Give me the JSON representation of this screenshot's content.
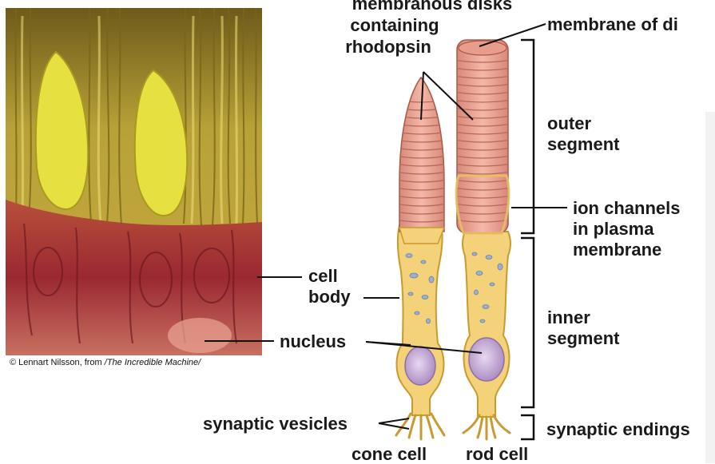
{
  "labels": {
    "membranous_disks": [
      "membranous disks",
      "containing",
      "rhodopsin"
    ],
    "membrane_of_disk": "membrane of di",
    "outer_segment": [
      "outer",
      "segment"
    ],
    "ion_channels": [
      "ion channels",
      "in plasma",
      "membrane"
    ],
    "cell_body": [
      "cell",
      "body"
    ],
    "inner_segment": [
      "inner",
      "segment"
    ],
    "nucleus": "nucleus",
    "synaptic_vesicles": "synaptic vesicles",
    "synaptic_endings": "synaptic endings",
    "cone_cell": "cone cell",
    "rod_cell": "rod cell"
  },
  "credit": {
    "prefix": "© Lennart Nilsson, from ",
    "title": "/The Incredible Machine/"
  },
  "colors": {
    "disk_pink": "#e8a898",
    "disk_line": "#b86858",
    "cell_yellow": "#f4d27a",
    "cell_outline": "#c99a2e",
    "nucleus_purple": "#c8a8d8",
    "photo_yellow": "#d8c84a",
    "photo_red": "#a8303a"
  }
}
